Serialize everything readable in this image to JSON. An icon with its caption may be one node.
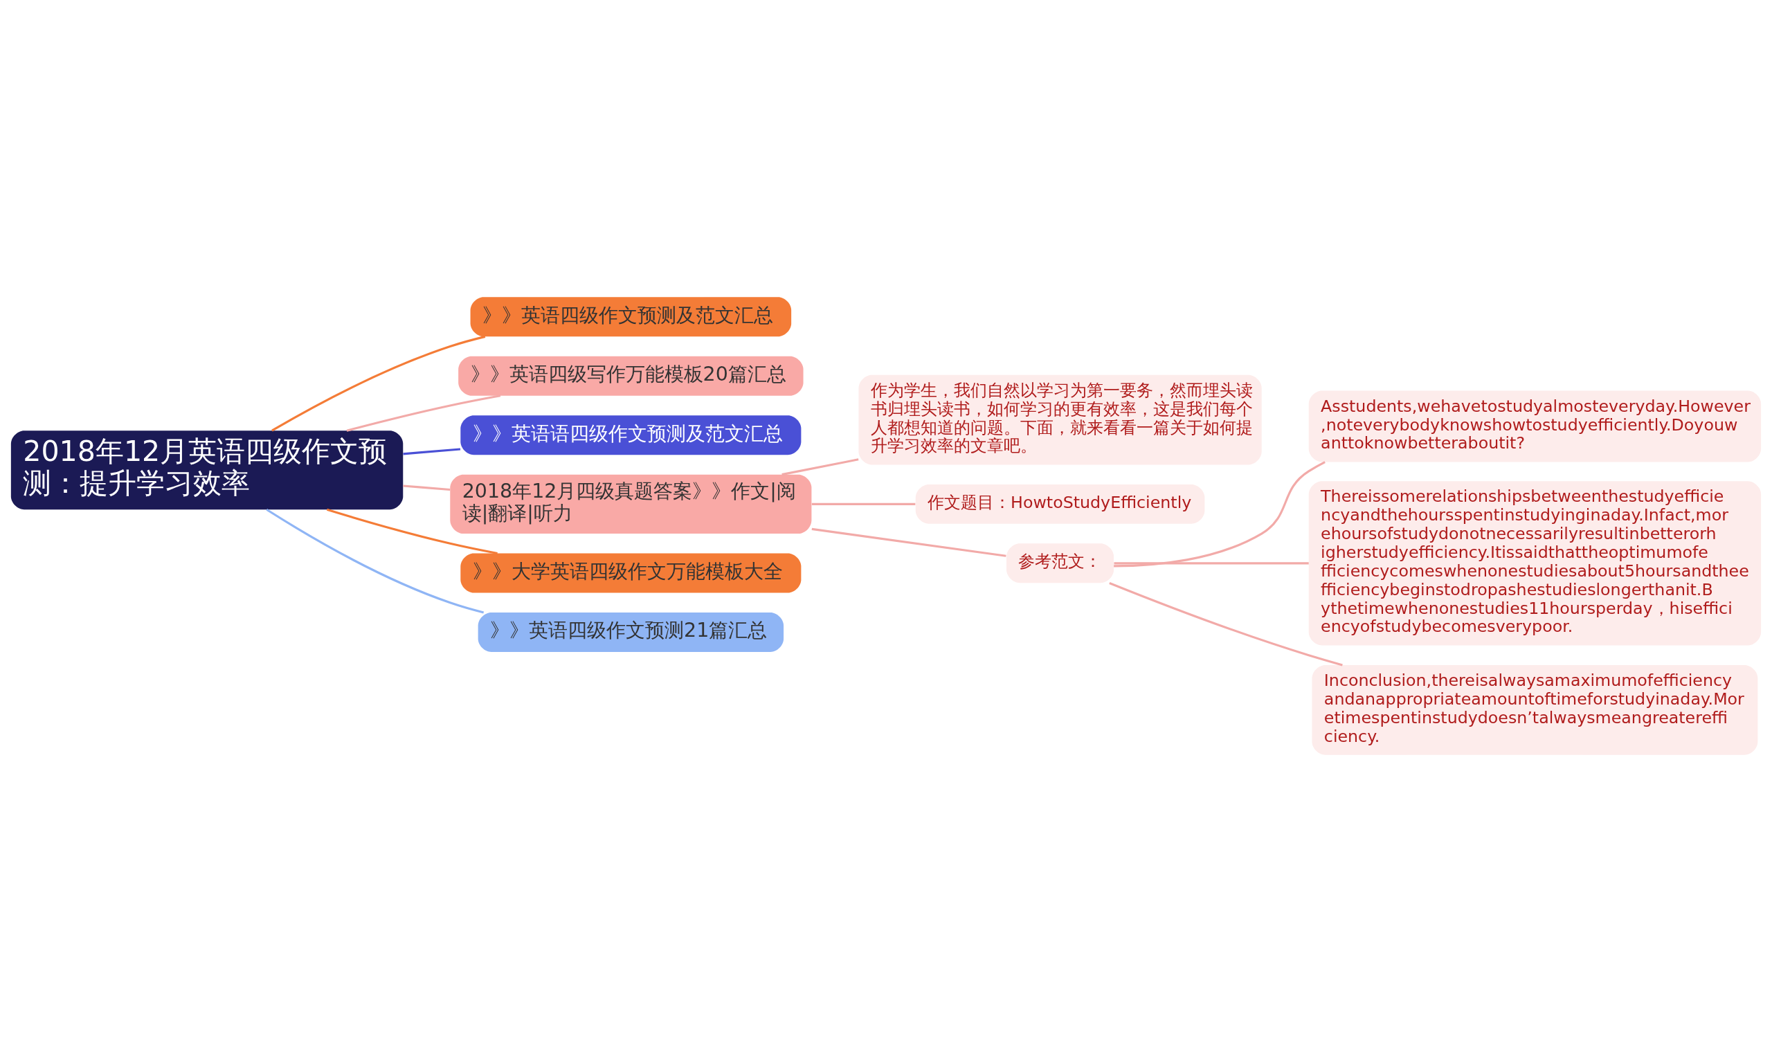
{
  "diagram": {
    "nodes": [
      {
        "text": [
          "2018年12月英语四级作文预测：提升学习效率"
        ]
      },
      {
        "text": [
          "》》英语四级作文预测及范文汇总"
        ]
      },
      {
        "text": [
          "》》英语四级写作万能模板20篇汇总"
        ]
      },
      {
        "text": [
          "》》英语语四级作文预测及范文汇总"
        ]
      },
      {
        "text": [
          "2018年12月四级真题答案》》作文|阅读|翻译|听力"
        ]
      },
      {
        "text": [
          "作为学生，我们自然以学习为第一要务，然而埋头读书归埋头读书，如何学习的更有效率，这是我们每个人都想知道的问题。下面，就来看看一篇关于如何提升学习效率的文章吧。"
        ]
      },
      {
        "text": [
          "作文题目：HowtoStudyEfficiently"
        ]
      },
      {
        "text": [
          "参考范文："
        ]
      },
      {
        "text": [
          "Asstudents,wehavetostudyalmosteveryday.However,noteverybodyknowshowtostudyefficiently.Doyouwanttoknowbetteraboutit?"
        ]
      },
      {
        "text": [
          "Thereissomerelationshipsbetweenthestudyefficiencyandthehoursspentinstudyinginaday.Infact,morehoursofstudydonotnecessarilyresultinbetterorhigherstudyefficiency.Itissaidthattheoptimumofefficiencycomeswhenonestudiesabout5hoursandtheefficiencybeginstodropashestudieslongerthanit.Bythetimewhenonestudies11hoursperday，hisefficiencyofstudybecomesverypoor."
        ]
      },
      {
        "text": [
          "Inconclusion,thereisalwaysamaximumofefficiencyandanappropriateamountoftimeforstudyinaday.Moretimespentinstudydoesn’talwaysmeangreaterefficiency."
        ]
      },
      {
        "text": [
          "》》大学英语四级作文万能模板大全"
        ]
      },
      {
        "text": [
          "》》英语四级作文预测21篇汇总"
        ]
      }
    ],
    "edges": [
      {
        "from": 0,
        "to": 1,
        "arrow": "none",
        "color": "#f47c37"
      },
      {
        "from": 0,
        "to": 2,
        "arrow": "none"
      },
      {
        "from": 0,
        "to": 3,
        "arrow": "none",
        "color": "#4a50d6"
      },
      {
        "from": 0,
        "to": 4,
        "arrow": "none"
      },
      {
        "from": 4,
        "to": 5,
        "arrow": "none"
      },
      {
        "from": 4,
        "to": 6,
        "arrow": "none"
      },
      {
        "from": 4,
        "to": 7,
        "arrow": "none"
      },
      {
        "from": 7,
        "to": 8,
        "arrow": "none"
      },
      {
        "from": 7,
        "to": 9,
        "arrow": "none"
      },
      {
        "from": 7,
        "to": 10,
        "arrow": "none"
      },
      {
        "from": 0,
        "to": 11,
        "arrow": "none",
        "color": "#f47c37"
      },
      {
        "from": 0,
        "to": 12,
        "arrow": "none",
        "color": "#8fb5f5"
      }
    ]
  }
}
